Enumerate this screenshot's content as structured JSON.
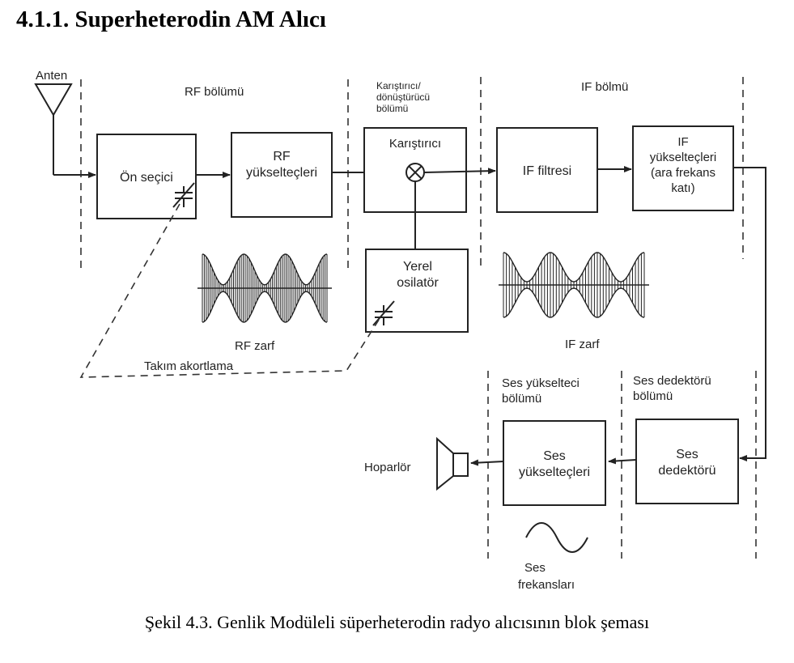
{
  "heading": "4.1.1. Superheterodin AM Alıcı",
  "caption": "Şekil 4.3. Genlik Modüleli süperheterodin radyo alıcısının blok şeması",
  "labels": {
    "antenna": "Anten",
    "rf_section": "RF bölümü",
    "mixer_section": [
      "Karıştırıcı/",
      "dönüştürücü",
      "bölümü"
    ],
    "if_section": "IF bölmü",
    "rf_envelope": "RF zarf",
    "if_envelope": "IF zarf",
    "gang_tuning": "Takım akortlama",
    "audio_amp_section": [
      "Ses yükselteci",
      "bölümü"
    ],
    "audio_det_section": [
      "Ses dedektörü",
      "bölümü"
    ],
    "speaker": "Hoparlör",
    "audio_freq": [
      "Ses",
      "frekansları"
    ]
  },
  "blocks": {
    "preselector": [
      "Ön seçici"
    ],
    "rf_amp": [
      "RF",
      "yükselteçleri"
    ],
    "mixer": [
      "Karıştırıcı"
    ],
    "if_filter": [
      "IF filtresi"
    ],
    "if_amp": [
      "IF",
      "yükselteçleri",
      "(ara frekans",
      "katı)"
    ],
    "local_osc": [
      "Yerel",
      "osilatör"
    ],
    "audio_det": [
      "Ses",
      "dedektörü"
    ],
    "audio_amp": [
      "Ses",
      "yükselteçleri"
    ]
  }
}
